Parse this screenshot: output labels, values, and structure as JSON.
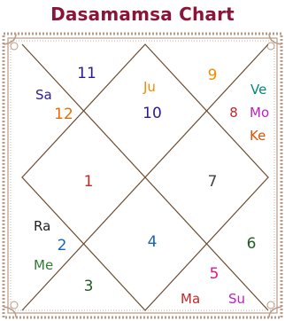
{
  "title": "Dasamamsa Chart",
  "houses": [
    {
      "id": "h1",
      "number": "1",
      "number_color": "#c62828",
      "planets": []
    },
    {
      "id": "h2",
      "number": "2",
      "number_color": "#1565c0",
      "planets": [
        {
          "label": "Ra",
          "color": "#222222"
        },
        {
          "label": "Me",
          "color": "#2e7d32"
        }
      ]
    },
    {
      "id": "h3",
      "number": "3",
      "number_color": "#1b5e20",
      "planets": []
    },
    {
      "id": "h4",
      "number": "4",
      "number_color": "#1565c0",
      "planets": []
    },
    {
      "id": "h5",
      "number": "5",
      "number_color": "#d81b8c",
      "planets": [
        {
          "label": "Ma",
          "color": "#c62828"
        },
        {
          "label": "Su",
          "color": "#c21fc2"
        }
      ]
    },
    {
      "id": "h6",
      "number": "6",
      "number_color": "#1b5e20",
      "planets": []
    },
    {
      "id": "h7",
      "number": "7",
      "number_color": "#424242",
      "planets": []
    },
    {
      "id": "h8",
      "number": "8",
      "number_color": "#c62828",
      "planets": [
        {
          "label": "Ve",
          "color": "#00897b"
        },
        {
          "label": "Mo",
          "color": "#c21fc2"
        },
        {
          "label": "Ke",
          "color": "#e65100"
        }
      ]
    },
    {
      "id": "h9",
      "number": "9",
      "number_color": "#ef8c00",
      "planets": []
    },
    {
      "id": "h10",
      "number": "10",
      "number_color": "#311b92",
      "planets": [
        {
          "label": "Ju",
          "color": "#ef8c00"
        }
      ]
    },
    {
      "id": "h11",
      "number": "11",
      "number_color": "#311b92",
      "planets": []
    },
    {
      "id": "h12",
      "number": "12",
      "number_color": "#ef6c00",
      "planets": [
        {
          "label": "Sa",
          "color": "#311b92"
        }
      ]
    }
  ],
  "colors": {
    "title": "#8a1538",
    "chart_lines": "#6b4a2e",
    "border_ornament": "#b99a86"
  }
}
